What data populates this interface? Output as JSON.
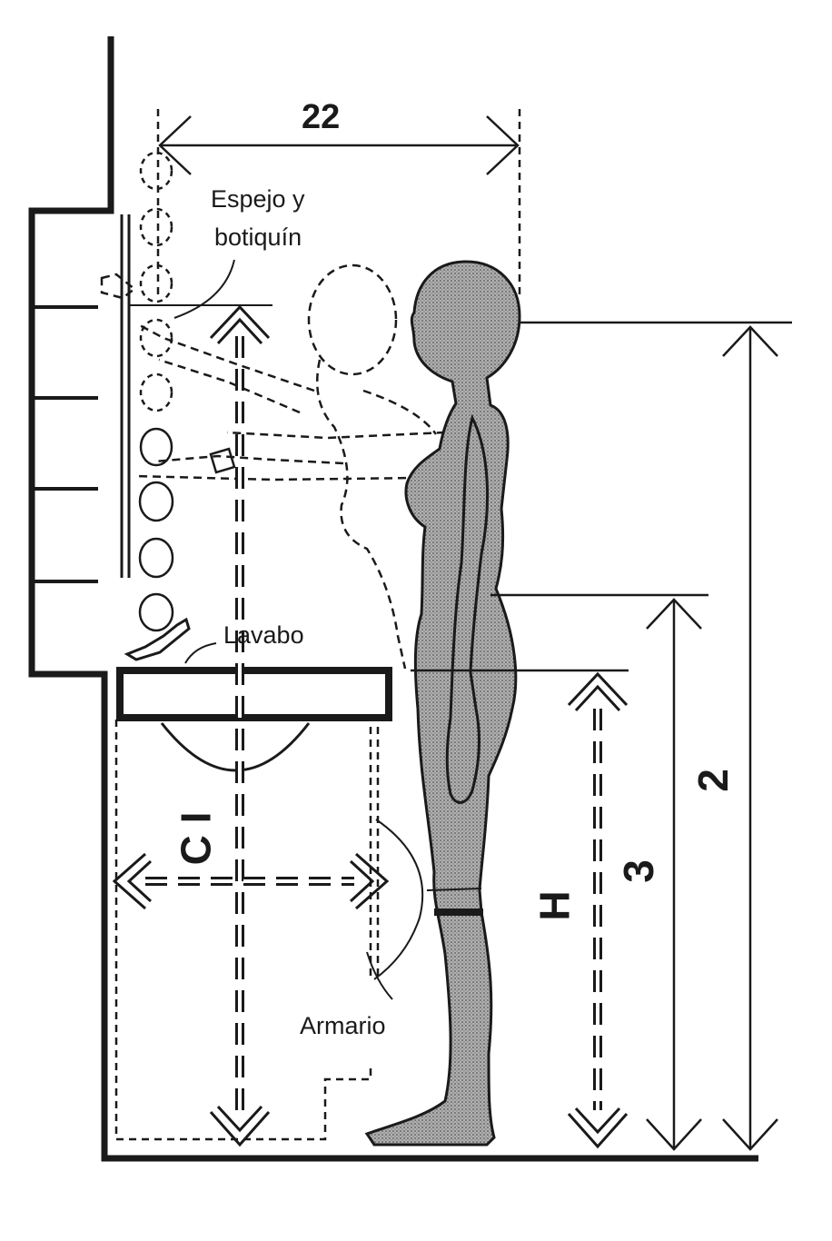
{
  "labels": {
    "width_dim": "22",
    "mirror_line1": "Espejo y",
    "mirror_line2": "botiquín",
    "sink": "Lavabo",
    "cabinet": "Armario",
    "dim_2": "2",
    "dim_3": "3",
    "dim_H": "H",
    "dim_CI": "C I"
  },
  "colors": {
    "ink": "#1a1a1a",
    "figure_fill": "#9a9a9a",
    "background": "#ffffff"
  }
}
